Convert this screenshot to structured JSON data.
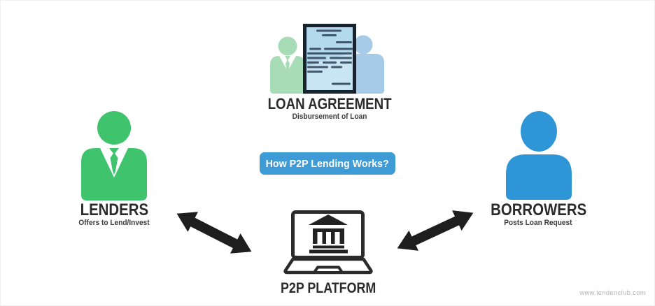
{
  "canvas": {
    "watermark": "www.lendenclub.com"
  },
  "badge": {
    "label": "How P2P Lending Works?",
    "background": "#3e9bd5",
    "text_color": "#ffffff"
  },
  "nodes": {
    "loan_agreement": {
      "title": "LOAN AGREEMENT",
      "subtitle": "Disbursement of Loan",
      "icon": "loan-agreement-document-icon"
    },
    "lenders": {
      "title": "LENDERS",
      "subtitle": "Offers to Lend/Invest",
      "icon": "lender-person-icon"
    },
    "borrowers": {
      "title": "BORROWERS",
      "subtitle": "Posts Loan Request",
      "icon": "borrower-person-icon"
    },
    "platform": {
      "title": "P2P PLATFORM",
      "icon": "laptop-bank-icon"
    }
  },
  "connections": [
    {
      "from": "lenders",
      "to": "platform",
      "style": "double-headed-arrow"
    },
    {
      "from": "platform",
      "to": "borrowers",
      "style": "double-headed-arrow"
    }
  ],
  "colors": {
    "lender_green": "#3fc46d",
    "pale_green": "#a8dcb6",
    "borrower_blue": "#2e96d6",
    "pale_blue": "#a6cbe8",
    "badge_blue": "#3e9bd5",
    "doc_fill": "#b3d9ec",
    "doc_fill_light": "#c8e5f3",
    "doc_border": "#17242f",
    "doc_lines": "#44566c",
    "icon_dark": "#222222",
    "arrow_dark": "#1e1e1e",
    "title_text": "#2b2b2b",
    "subtitle_text": "#3b3b3b",
    "watermark_text": "#b3b3b3",
    "white": "#ffffff"
  }
}
